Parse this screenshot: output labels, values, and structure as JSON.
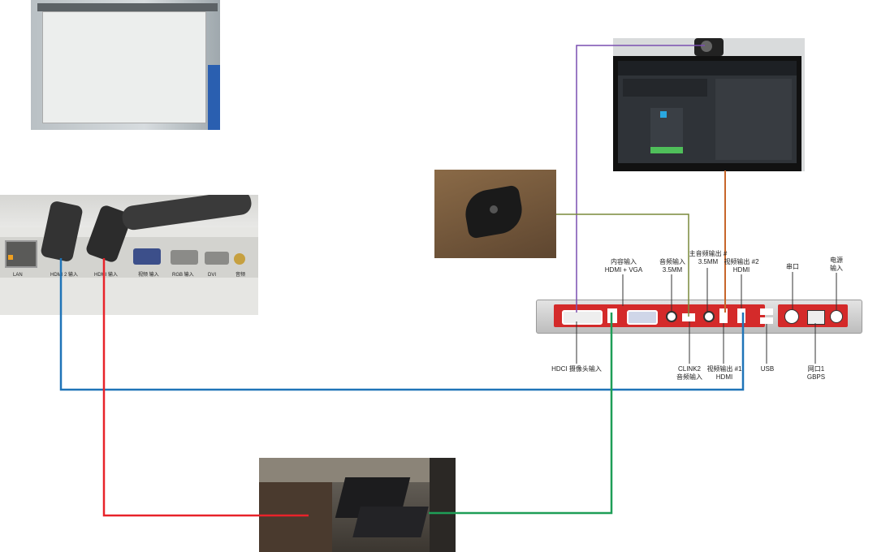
{
  "ports_top": {
    "content_input": {
      "line1": "内容输入",
      "line2": "HDMI + VGA"
    },
    "audio_in": {
      "line1": "音频输入",
      "line2": "3.5MM"
    },
    "audio_out2": {
      "line1": "主音频输出 #",
      "line2": "3.5MM"
    },
    "video_out2": {
      "line1": "视频输出 #2",
      "line2": "HDMI"
    },
    "serial": {
      "line1": "串口"
    },
    "power": {
      "line1": "电源",
      "line2": "输入"
    }
  },
  "ports_bottom": {
    "hdci": {
      "line1": "HDCI 摄像头输入"
    },
    "clink2": {
      "line1": "CLINK2",
      "line2": "音频输入"
    },
    "video_out1": {
      "line1": "视频输出 #1",
      "line2": "HDMI"
    },
    "usb": {
      "line1": "USB"
    },
    "lan": {
      "line1": "网口1",
      "line2": "GBPS"
    }
  },
  "projector_labels": {
    "lan": "LAN",
    "hdmi2": "HDMI 2 输入",
    "hdmi1": "HDMI 输入",
    "video": "视频 输入",
    "rgb": "RGB 输入",
    "dvi": "DVI",
    "audio": "音频"
  },
  "colors": {
    "blue": "#1f74b8",
    "red": "#e8232a",
    "green": "#1e9e57",
    "purple": "#7a4fb0",
    "orange": "#c8662a",
    "olive": "#7a8a3a",
    "codec_red": "#d42a2a"
  }
}
